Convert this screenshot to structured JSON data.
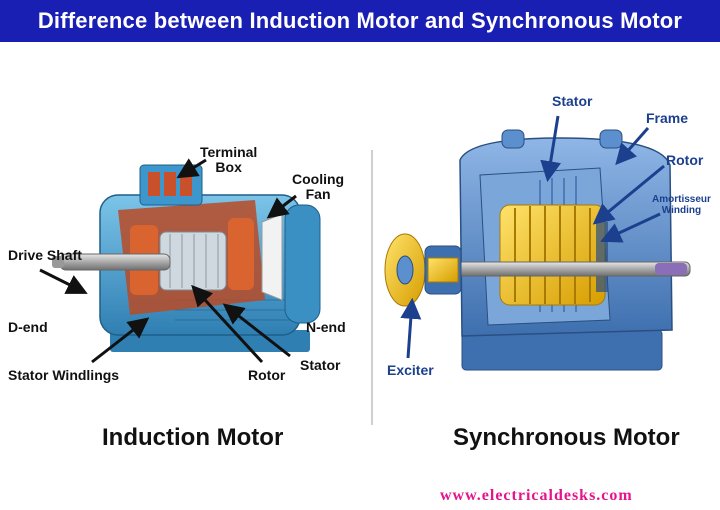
{
  "header": {
    "title": "Difference between Induction Motor and Synchronous Motor"
  },
  "induction_motor": {
    "caption": "Induction Motor",
    "labels": {
      "terminal_box_line1": "Terminal",
      "terminal_box_line2": "Box",
      "cooling_fan_line1": "Cooling",
      "cooling_fan_line2": "Fan",
      "drive_shaft": "Drive Shaft",
      "d_end": "D-end",
      "n_end": "N-end",
      "stator_windings": "Stator Windlings",
      "rotor": "Rotor",
      "stator": "Stator"
    }
  },
  "synchronous_motor": {
    "caption": "Synchronous Motor",
    "labels": {
      "stator": "Stator",
      "frame": "Frame",
      "rotor": "Rotor",
      "amortisseur_line1": "Amortisseur",
      "amortisseur_line2": "Winding",
      "exciter": "Exciter"
    }
  },
  "footer": {
    "website": "www.electricaldesks.com"
  },
  "colors": {
    "banner": "#1a1fb4",
    "induction_body": "#4fa6d4",
    "induction_copper": "#c8502a",
    "sync_body": "#5b8fce",
    "sync_rotor": "#f2c01e",
    "label_blue": "#1c3f8e",
    "website": "#e6148c"
  }
}
